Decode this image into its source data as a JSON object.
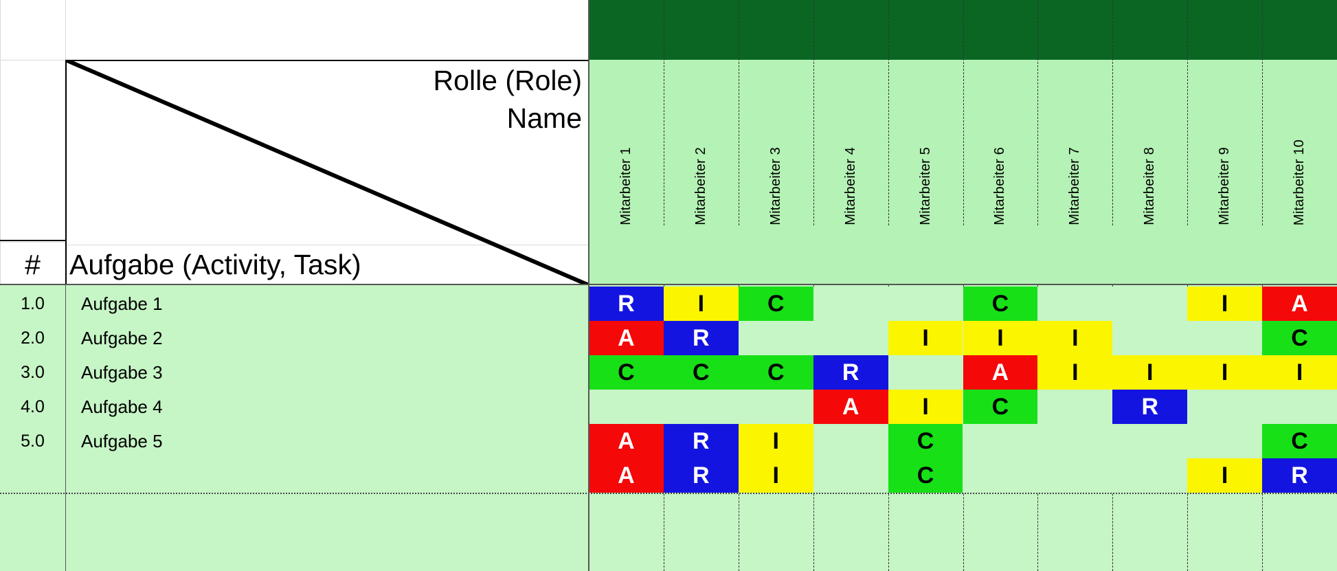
{
  "banner": {
    "color": "#0b6623",
    "label": ""
  },
  "corner": {
    "role_line1": "Rolle (Role)",
    "role_line2": "Name",
    "num_header": "#",
    "task_header": "Aufgabe (Activity, Task)"
  },
  "colors": {
    "banner_green": "#0b6623",
    "header_light_green": "#b5f2b5",
    "body_light_green": "#c6f5c6",
    "responsible_blue": "#1414e0",
    "accountable_red": "#f40808",
    "consulted_green": "#17e017",
    "informed_yellow": "#fbf600",
    "grid_dash": "#333333"
  },
  "columns": [
    {
      "label": "Mitarbeiter 1"
    },
    {
      "label": "Mitarbeiter 2"
    },
    {
      "label": "Mitarbeiter 3"
    },
    {
      "label": "Mitarbeiter 4"
    },
    {
      "label": "Mitarbeiter 5"
    },
    {
      "label": "Mitarbeiter 6"
    },
    {
      "label": "Mitarbeiter 7"
    },
    {
      "label": "Mitarbeiter 8"
    },
    {
      "label": "Mitarbeiter 9"
    },
    {
      "label": "Mitarbeiter 10"
    }
  ],
  "rows": [
    {
      "num": "1.0",
      "task": "Aufgabe 1",
      "cells": [
        "R",
        "I",
        "C",
        "",
        "",
        "C",
        "",
        "",
        "I",
        "A"
      ]
    },
    {
      "num": "2.0",
      "task": "Aufgabe 2",
      "cells": [
        "A",
        "R",
        "",
        "",
        "I",
        "I",
        "I",
        "",
        "",
        "C"
      ]
    },
    {
      "num": "3.0",
      "task": "Aufgabe 3",
      "cells": [
        "C",
        "C",
        "C",
        "R",
        "",
        "A",
        "I",
        "I",
        "I",
        "I"
      ]
    },
    {
      "num": "4.0",
      "task": "Aufgabe 4",
      "cells": [
        "",
        "",
        "",
        "A",
        "I",
        "C",
        "",
        "R",
        "",
        ""
      ]
    },
    {
      "num": "5.0",
      "task": "Aufgabe 5",
      "cells": [
        "A",
        "R",
        "I",
        "",
        "C",
        "",
        "",
        "",
        "",
        "C"
      ]
    },
    {
      "num": "",
      "task": "",
      "cells": [
        "A",
        "R",
        "I",
        "",
        "C",
        "",
        "",
        "",
        "I",
        "R"
      ]
    }
  ]
}
